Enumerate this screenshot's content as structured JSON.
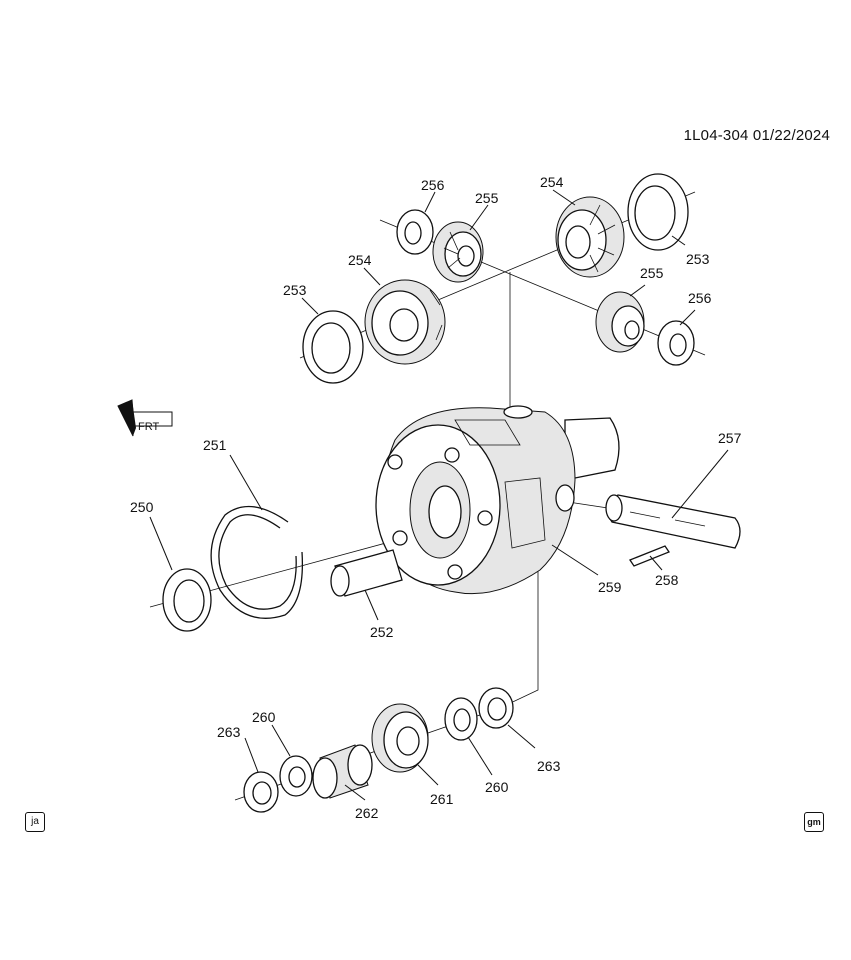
{
  "doc_id": "1L04-304  01/22/2024",
  "front_arrow_label": "FRT",
  "callouts": {
    "c250": "250",
    "c251": "251",
    "c252": "252",
    "c253a": "253",
    "c253b": "253",
    "c254a": "254",
    "c254b": "254",
    "c255a": "255",
    "c255b": "255",
    "c256a": "256",
    "c256b": "256",
    "c257": "257",
    "c258": "258",
    "c259": "259",
    "c260a": "260",
    "c260b": "260",
    "c261": "261",
    "c262": "262",
    "c263a": "263",
    "c263b": "263"
  },
  "badges": {
    "language": "ja",
    "brand": "gm"
  }
}
